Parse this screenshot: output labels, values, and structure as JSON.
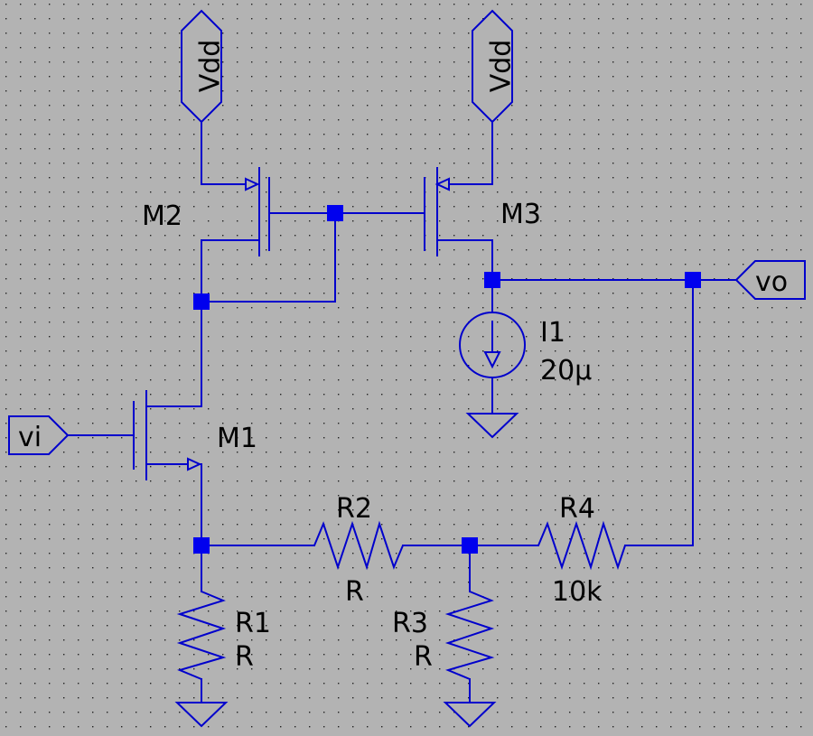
{
  "components": {
    "M1": {
      "name": "M1"
    },
    "M2": {
      "name": "M2"
    },
    "M3": {
      "name": "M3"
    },
    "I1": {
      "name": "I1",
      "value": "20µ"
    },
    "R1": {
      "name": "R1",
      "value": "R"
    },
    "R2": {
      "name": "R2",
      "value": "R"
    },
    "R3": {
      "name": "R3",
      "value": "R"
    },
    "R4": {
      "name": "R4",
      "value": "10k"
    }
  },
  "ports": {
    "vdd_left": "Vdd",
    "vdd_right": "Vdd",
    "vi": "vi",
    "vo": "vo"
  },
  "colors": {
    "background": "#b3b3b3",
    "wire": "#0000cc",
    "junction": "#0000ee",
    "grid_dot": "#000000",
    "text": "#000000"
  }
}
